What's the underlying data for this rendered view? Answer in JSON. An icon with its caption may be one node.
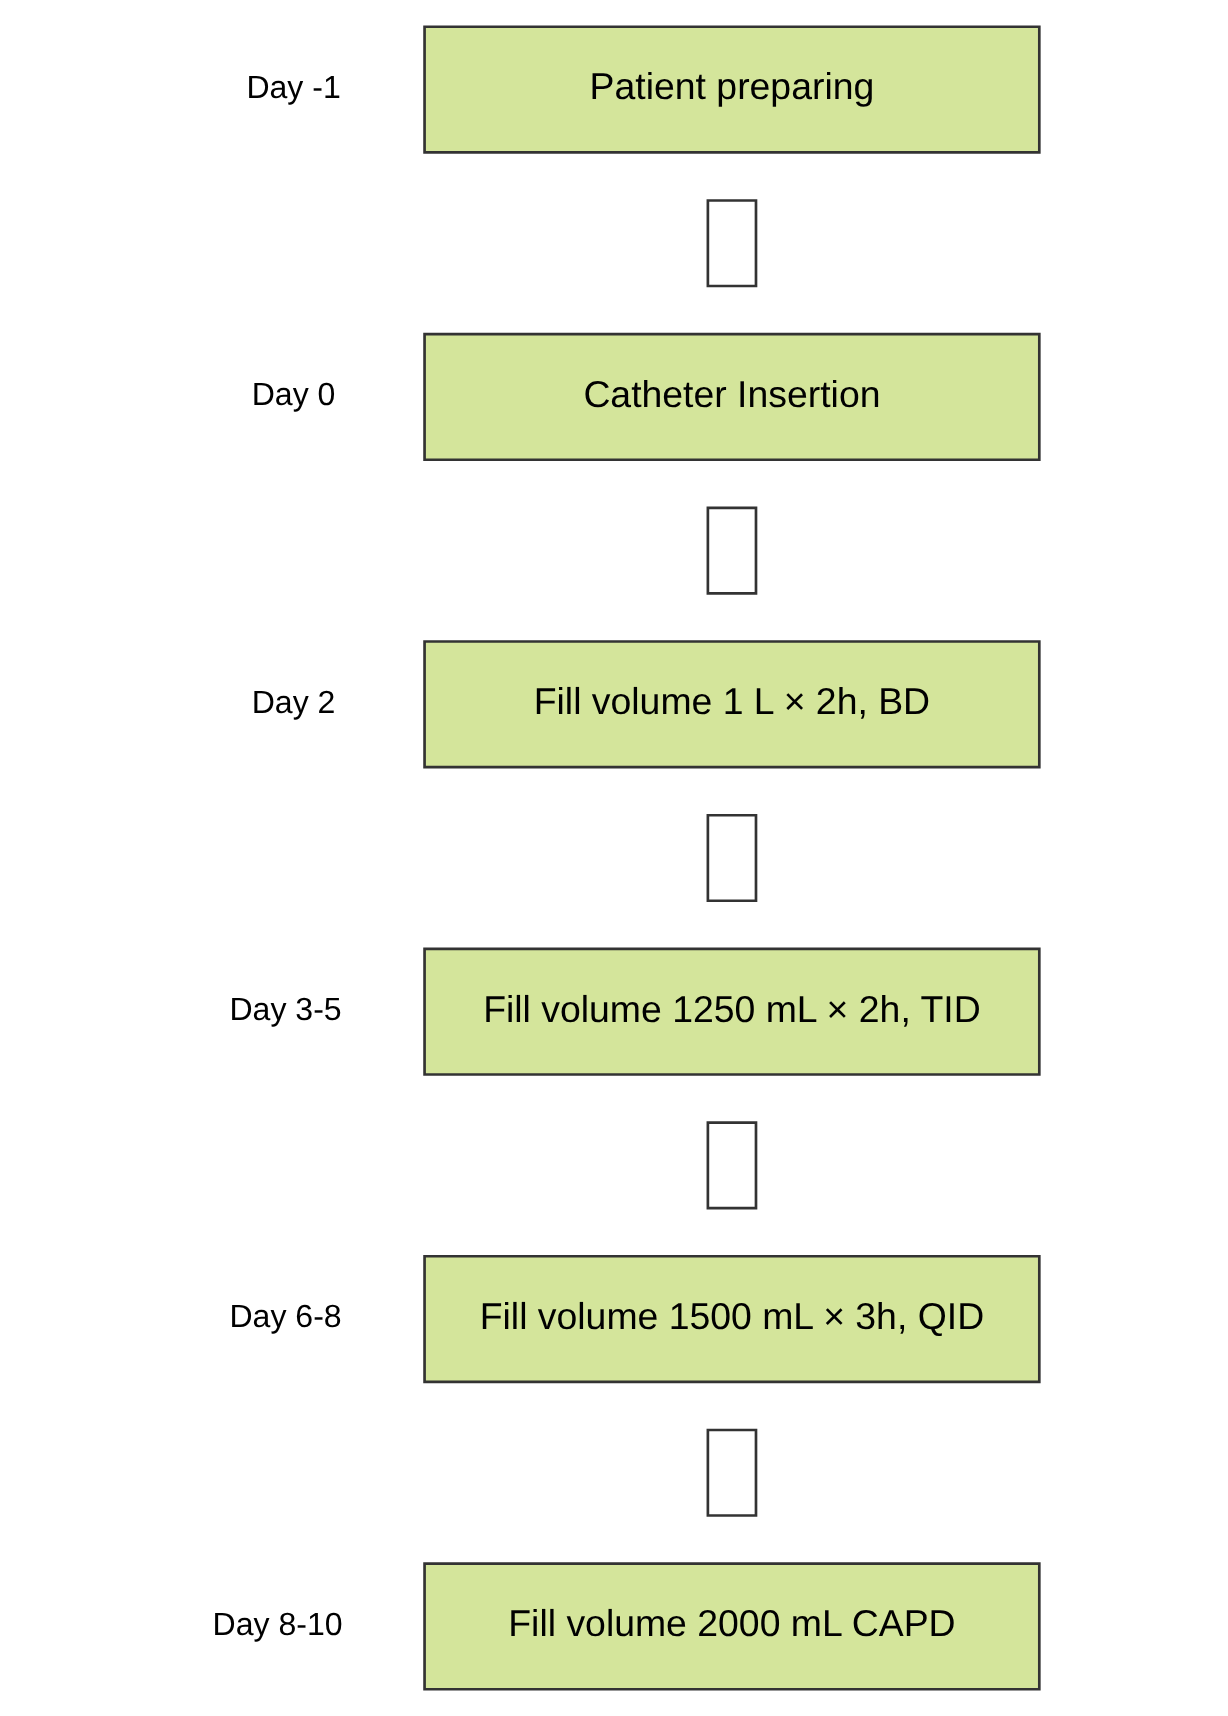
{
  "diagram": {
    "nodes": [
      {
        "text": [
          "Patient preparing"
        ],
        "beside": [
          "Day -1"
        ]
      },
      {
        "text": [],
        "shape": "box"
      },
      {
        "text": [
          "Catheter Insertion"
        ],
        "beside": [
          "Day 0"
        ]
      },
      {
        "text": [],
        "shape": "box"
      },
      {
        "text": [
          "Fill volume 1 L × 2h, BD"
        ],
        "beside": [
          "Day 2"
        ]
      },
      {
        "text": [],
        "shape": "box"
      },
      {
        "text": [
          "Fill volume 1250 mL × 2h, TID"
        ],
        "beside": [
          "Day 3-5"
        ]
      },
      {
        "text": [],
        "shape": "box"
      },
      {
        "text": [
          "Fill volume 1500 mL × 3h, QID"
        ],
        "beside": [
          "Day 6-8"
        ]
      },
      {
        "text": [],
        "shape": "box"
      },
      {
        "text": [
          "Fill volume 2000 mL CAPD"
        ],
        "beside": [
          "Day 8-10"
        ]
      }
    ]
  }
}
